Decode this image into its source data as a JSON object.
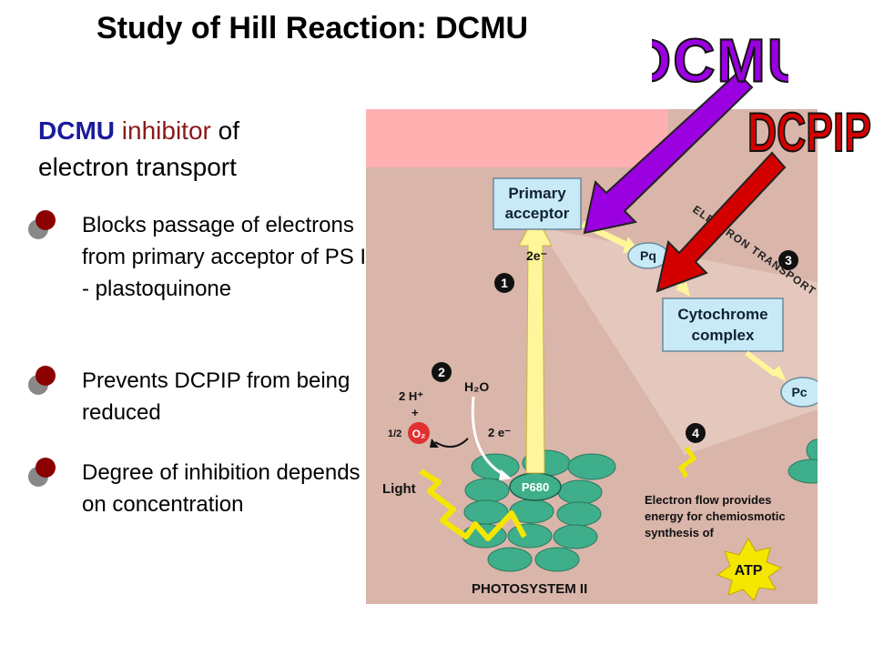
{
  "slide": {
    "title": "Study of Hill Reaction: DCMU",
    "subhead": {
      "term": "DCMU",
      "role": "inhibitor",
      "rest1": "of",
      "rest2": "electron transport"
    },
    "bullets": [
      "Blocks passage of electrons from primary acceptor of PS II - plastoquinone",
      "Prevents DCPIP from being reduced",
      "Degree of inhibition depends on concentration"
    ]
  },
  "wordart": {
    "dcmu": "DCMU",
    "dcpip": "DCPIP"
  },
  "figure": {
    "primary_acceptor": [
      "Primary",
      "acceptor"
    ],
    "pq": "Pq",
    "cytochrome": [
      "Cytochrome",
      "complex"
    ],
    "pc": "Pc",
    "electron_transport": "ELECTRON TRANSPORT",
    "two_e_top": "2e⁻",
    "h2o": "H₂O",
    "two_h": "2 H⁺",
    "plus": "+",
    "half": "1/2",
    "o2": "O₂",
    "two_e_mid": "2 e⁻",
    "light": "Light",
    "p680": "P680",
    "photosystem": "PHOTOSYSTEM II",
    "atp_caption": [
      "Electron flow provides",
      "energy for chemiosmotic",
      "synthesis of"
    ],
    "atp": "ATP",
    "steps": [
      "1",
      "2",
      "3",
      "4"
    ]
  },
  "colors": {
    "figure_bg": "#d9b5aa",
    "pink_box": "#ffb0b0",
    "carrier_box": "#c8eaf7",
    "chlorophyll": "#3fae8a",
    "bullet_red": "#8b0000",
    "bullet_gray": "#888888",
    "dcmu_arrow": "#9a00e0",
    "dcpip_arrow": "#d40000"
  }
}
